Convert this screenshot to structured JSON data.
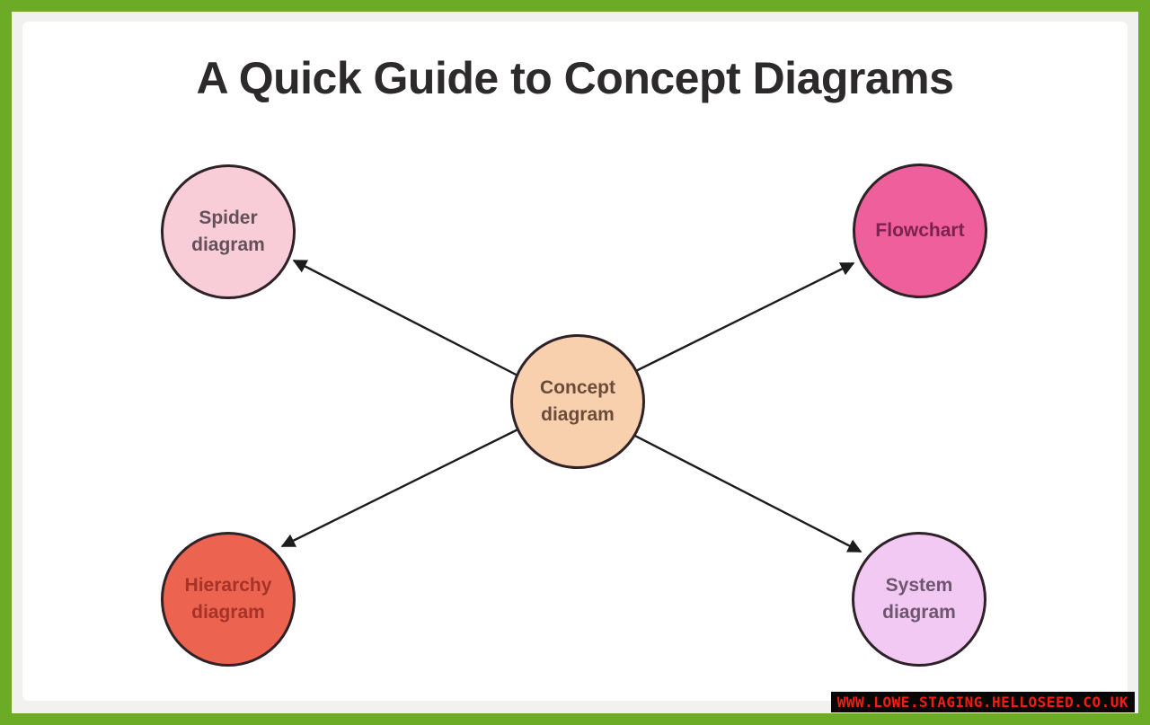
{
  "page": {
    "title": "A Quick Guide to Concept Diagrams",
    "title_color": "#2d2a2b"
  },
  "frame": {
    "border_color": "#6cab26",
    "mat_color": "#f1f1ef",
    "canvas_color": "#ffffff"
  },
  "diagram": {
    "connector_color": "#1c1c1c",
    "node_border_color": "#2e2128",
    "nodes": [
      {
        "id": "spider-diagram",
        "lines": [
          "Spider",
          "diagram"
        ],
        "fill": "#f9cdd8",
        "text_color": "#63505a"
      },
      {
        "id": "flowchart",
        "lines": [
          "Flowchart"
        ],
        "fill": "#ee5f9b",
        "text_color": "#7c2250"
      },
      {
        "id": "concept-diagram",
        "lines": [
          "Concept",
          "diagram"
        ],
        "fill": "#f8d0ae",
        "text_color": "#6b4c3a",
        "role": "center"
      },
      {
        "id": "hierarchy-diagram",
        "lines": [
          "Hierarchy",
          "diagram"
        ],
        "fill": "#ec6450",
        "text_color": "#a63327"
      },
      {
        "id": "system-diagram",
        "lines": [
          "System",
          "diagram"
        ],
        "fill": "#f2c9f2",
        "text_color": "#6e5570"
      }
    ]
  },
  "watermark": {
    "text": "WWW.LOWE.STAGING.HELLOSEED.CO.UK",
    "text_color": "#f51b10",
    "bg_color": "#070707"
  }
}
